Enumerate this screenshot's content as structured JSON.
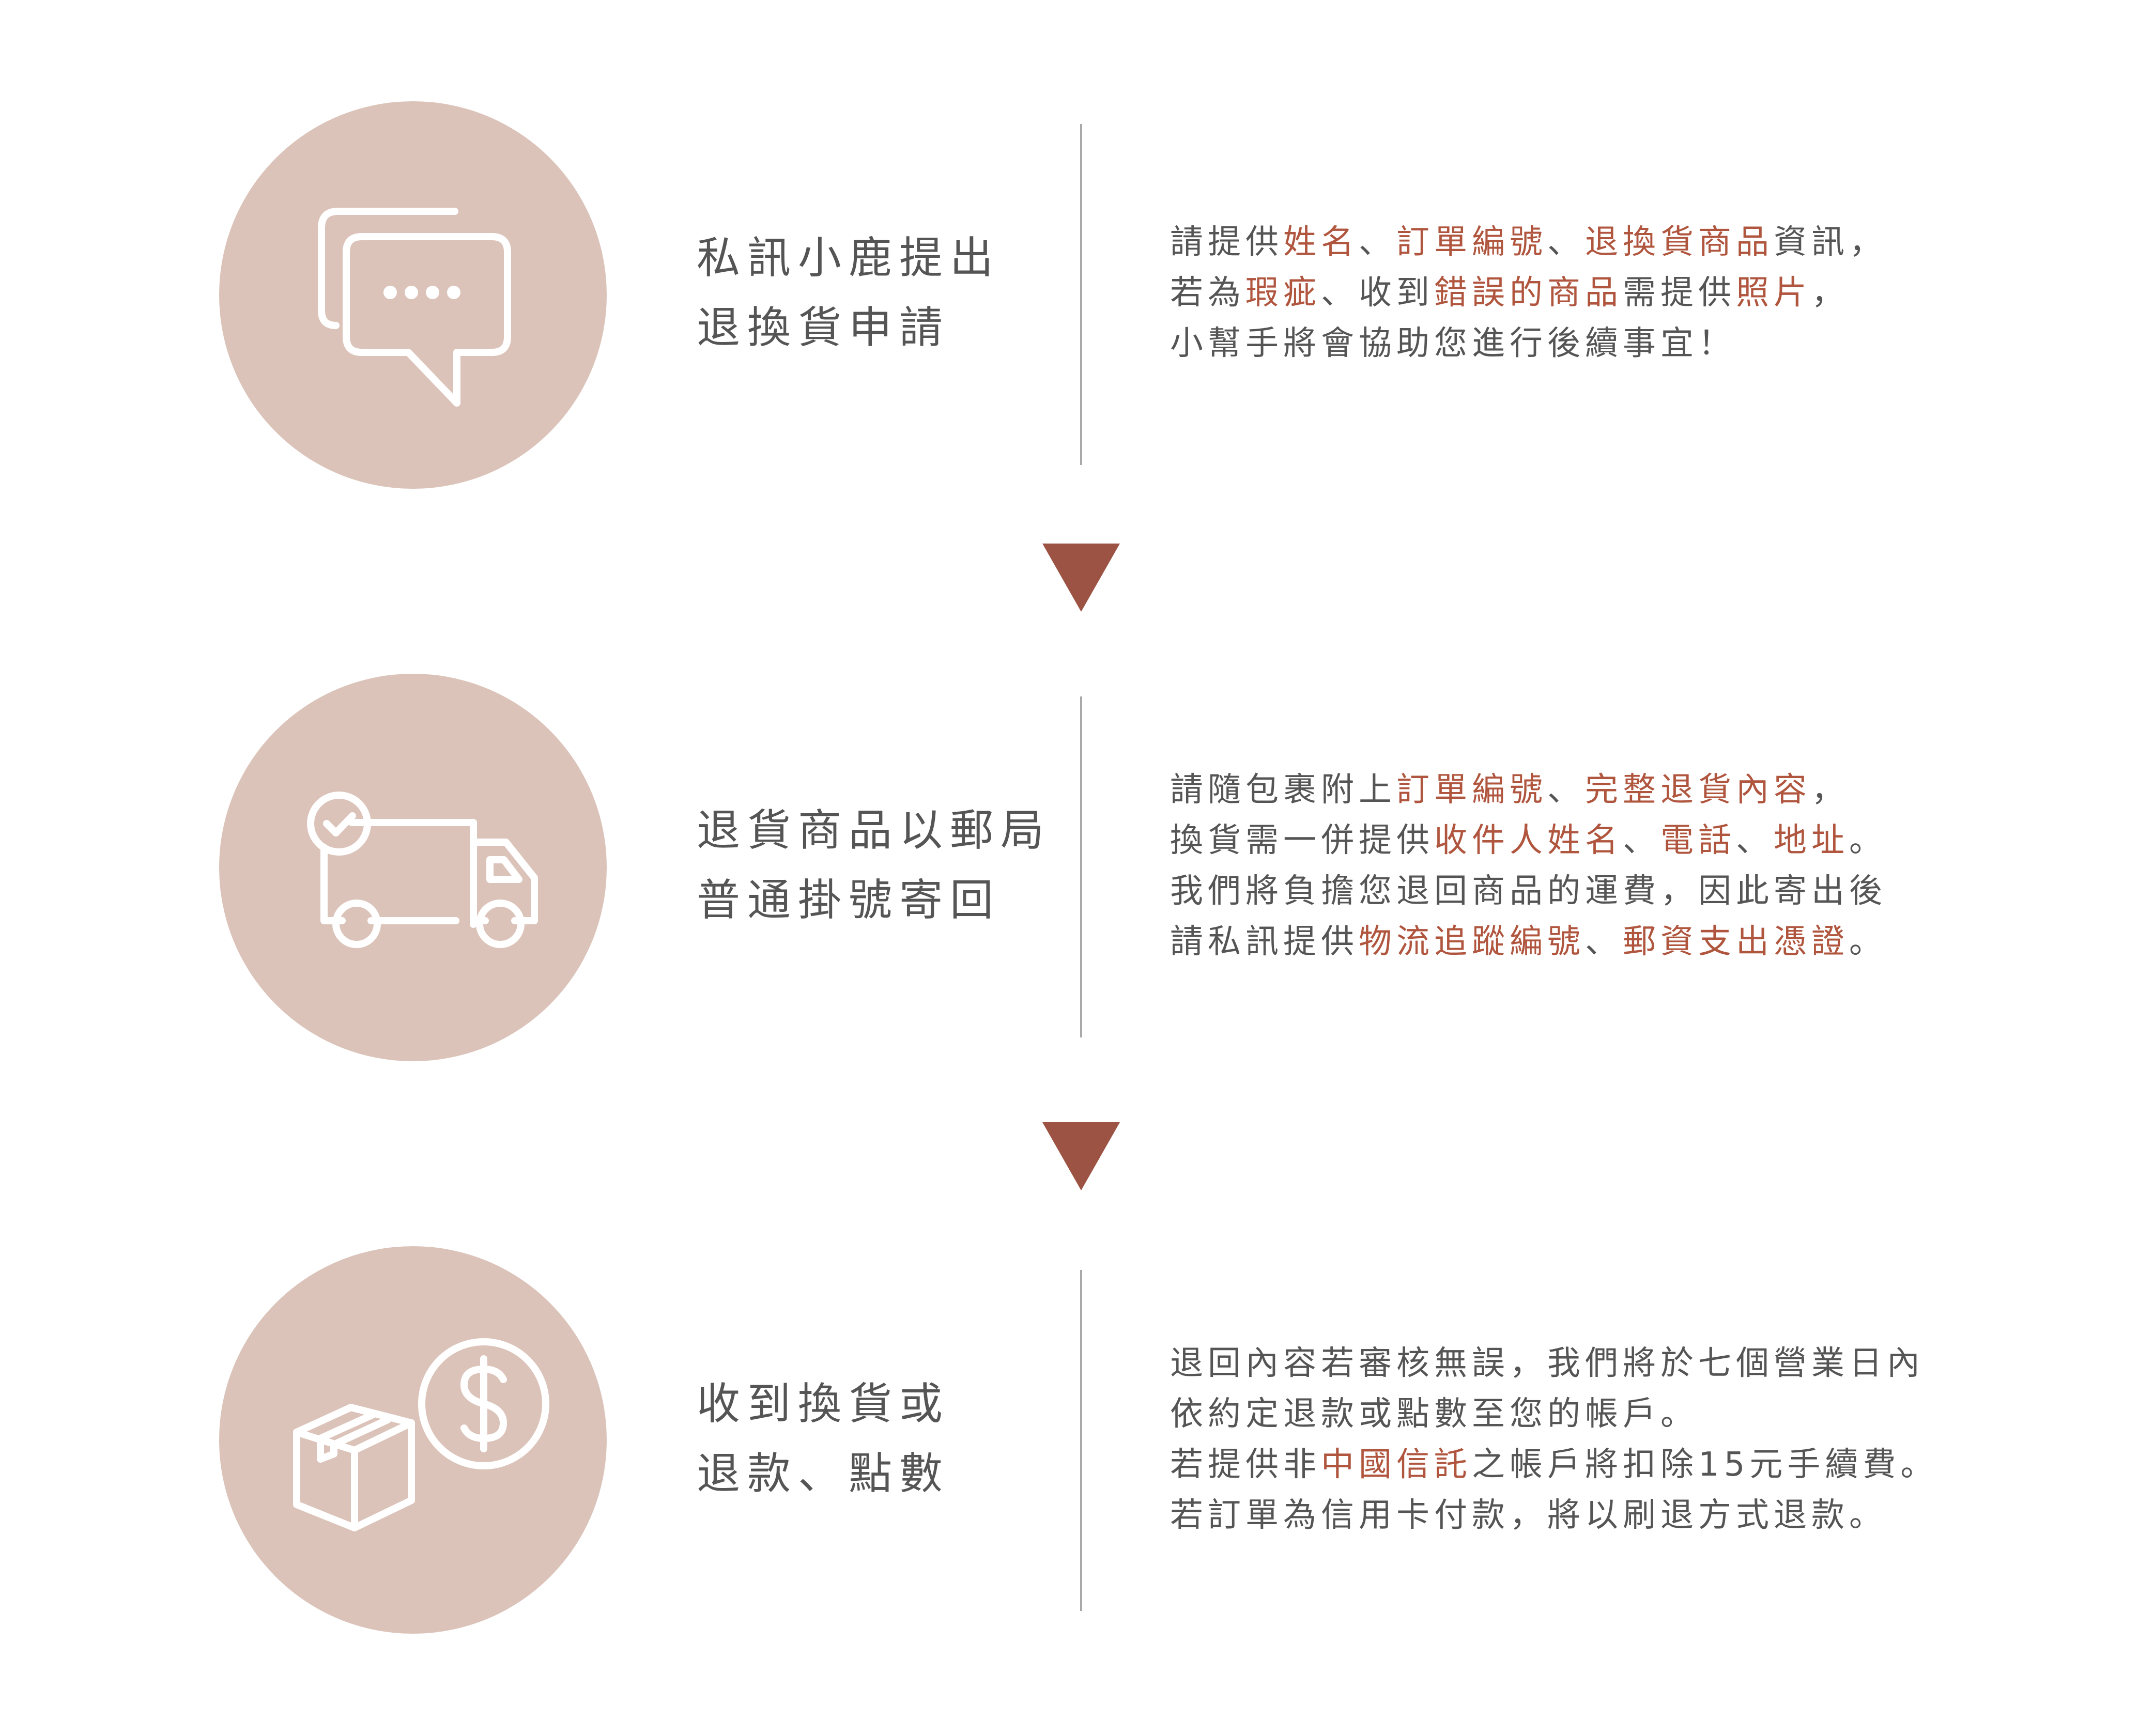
{
  "accent_color": "#b0553e",
  "circle_color": "#dbc3b9",
  "arrow_color": "#9c5343",
  "steps": [
    {
      "icon": "chat-bubble-icon",
      "title_lines": [
        "私訊小鹿提出",
        "退換貨申請"
      ],
      "desc_lines": [
        [
          {
            "t": "請提供",
            "h": false
          },
          {
            "t": "姓名",
            "h": true
          },
          {
            "t": "、",
            "h": false
          },
          {
            "t": "訂單編號",
            "h": true
          },
          {
            "t": "、",
            "h": false
          },
          {
            "t": "退換貨商品",
            "h": true
          },
          {
            "t": "資訊，",
            "h": false
          }
        ],
        [
          {
            "t": "若為",
            "h": false
          },
          {
            "t": "瑕疵",
            "h": true
          },
          {
            "t": "、收到",
            "h": false
          },
          {
            "t": "錯誤的商品",
            "h": true
          },
          {
            "t": "需提供",
            "h": false
          },
          {
            "t": "照片",
            "h": true
          },
          {
            "t": "，",
            "h": false
          }
        ],
        [
          {
            "t": "小幫手將會協助您進行後續事宜！",
            "h": false
          }
        ]
      ]
    },
    {
      "icon": "delivery-truck-icon",
      "title_lines": [
        "退貨商品以郵局",
        "普通掛號寄回"
      ],
      "desc_lines": [
        [
          {
            "t": "請隨包裹附上",
            "h": false
          },
          {
            "t": "訂單編號",
            "h": true
          },
          {
            "t": "、",
            "h": false
          },
          {
            "t": "完整退貨內容",
            "h": true
          },
          {
            "t": "，",
            "h": false
          }
        ],
        [
          {
            "t": "換貨需一併提供",
            "h": false
          },
          {
            "t": "收件人姓名",
            "h": true
          },
          {
            "t": "、",
            "h": false
          },
          {
            "t": "電話",
            "h": true
          },
          {
            "t": "、",
            "h": false
          },
          {
            "t": "地址",
            "h": true
          },
          {
            "t": "。",
            "h": false
          }
        ],
        [
          {
            "t": "我們將負擔您退回商品的運費，因此寄出後",
            "h": false
          }
        ],
        [
          {
            "t": "請私訊提供",
            "h": false
          },
          {
            "t": "物流追蹤編號",
            "h": true
          },
          {
            "t": "、",
            "h": false
          },
          {
            "t": "郵資支出憑證",
            "h": true
          },
          {
            "t": "。",
            "h": false
          }
        ]
      ]
    },
    {
      "icon": "box-dollar-icon",
      "title_lines": [
        "收到換貨或",
        "退款、點數"
      ],
      "desc_lines": [
        [
          {
            "t": "退回內容若審核無誤，我們將於七個營業日內",
            "h": false
          }
        ],
        [
          {
            "t": "依約定退款或點數至您的帳戶。",
            "h": false
          }
        ],
        [
          {
            "t": "若提供非",
            "h": false
          },
          {
            "t": "中國信託",
            "h": true
          },
          {
            "t": "之帳戶將扣除15元手續費。",
            "h": false
          }
        ],
        [
          {
            "t": "若訂單為信用卡付款，將以刷退方式退款。",
            "h": false
          }
        ]
      ]
    }
  ]
}
